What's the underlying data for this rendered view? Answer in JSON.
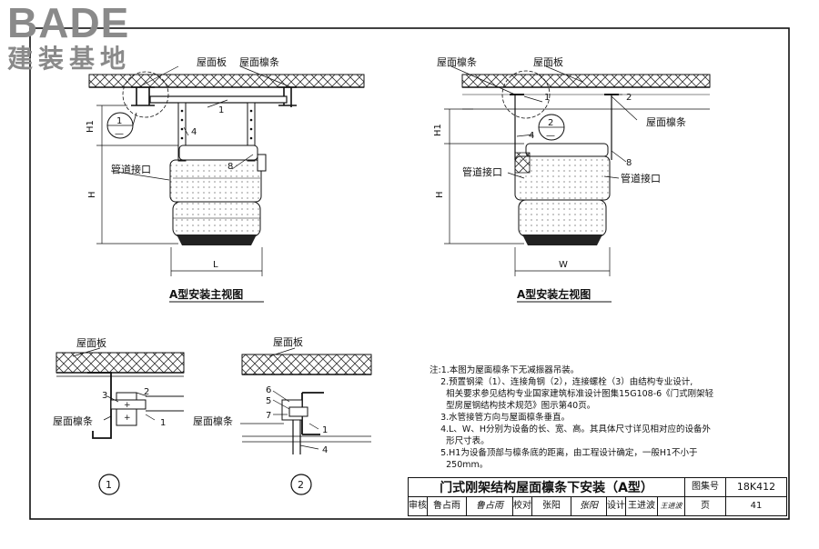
{
  "brand": {
    "en": "BADE",
    "cn": "建装基地"
  },
  "views": {
    "front": {
      "caption": "A型安装主视图",
      "labels": {
        "roof_panel": "屋面板",
        "roof_purlin": "屋面檩条",
        "pipe_port": "管道接口",
        "n1": "1",
        "n4": "4",
        "n8": "8",
        "dim_h1": "H1",
        "dim_h": "H",
        "dim_l": "L",
        "detail_num": "1",
        "detail_dash": "—"
      }
    },
    "side": {
      "caption": "A型安装左视图",
      "labels": {
        "purlin_top": "屋面檩条",
        "roof_panel": "屋面板",
        "purlin_right": "屋面檩条",
        "pipe_port_left": "管道接口",
        "pipe_port_right": "管道接口",
        "n1": "1",
        "n2": "2",
        "n4": "4",
        "n8": "8",
        "dim_h1": "H1",
        "dim_h": "H",
        "dim_w": "W",
        "detail_num": "2",
        "detail_dash": "—"
      }
    },
    "detail1": {
      "roof_panel": "屋面板",
      "roof_purlin": "屋面檩条",
      "n3": "3",
      "n2": "2",
      "n1": "1",
      "circle": "1"
    },
    "detail2": {
      "roof_panel": "屋面板",
      "roof_purlin": "屋面檩条",
      "n6": "6",
      "n5": "5",
      "n7": "7",
      "n1": "1",
      "n4": "4",
      "circle": "2"
    }
  },
  "notes": [
    "注:1.本图为屋面檩条下无减振器吊装。",
    "    2.预置钢梁（1）、连接角钢（2），连接螺栓（3）由结构专业设计,",
    "      相关要求参见结构专业国家建筑标准设计图集15G108-6《门式刚架轻",
    "      型房屋钢结构技术规范》图示第40页。",
    "    3.水管接管方向与屋面檩条垂直。",
    "    4.L、W、H分别为设备的长、宽、高。其具体尺寸详见相对应的设备外",
    "      形尺寸表。",
    "    5.H1为设备顶部与檩条底的距离，由工程设计确定，一般H1不小于",
    "      250mm。"
  ],
  "title_block": {
    "title": "门式刚架结构屋面檩条下安装（A型）",
    "atlas_label": "图集号",
    "atlas_no": "18K412",
    "review_label": "审核",
    "reviewer": "鲁占雨",
    "reviewer_sig": "鲁占雨",
    "check_label": "校对",
    "checker": "张阳",
    "checker_sig": "张阳",
    "design_label": "设计",
    "designer": "王进波",
    "designer_sig": "王进波",
    "page_label": "页",
    "page_no": "41"
  }
}
